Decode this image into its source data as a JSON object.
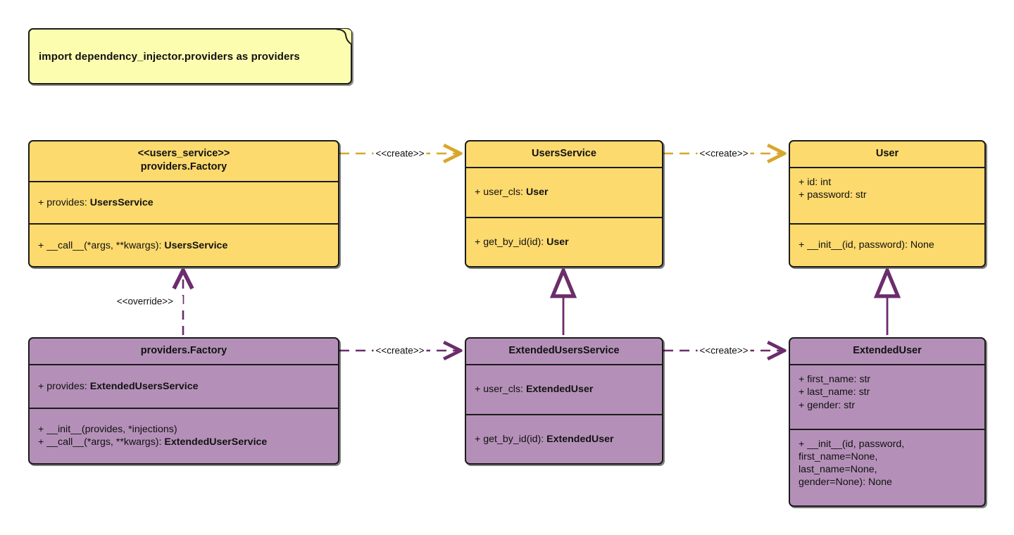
{
  "diagram": {
    "title": "Dependency Injector providers UML class diagram",
    "colors": {
      "yellow_fill": "#fcda6e",
      "purple_fill": "#b490b8",
      "note_fill": "#fdfdb0",
      "outline": "#1b1b1b",
      "yellow_link": "#d8a72a",
      "purple_link": "#6b2d6b"
    }
  },
  "note": {
    "text": "import dependency_injector.providers as providers"
  },
  "classes": {
    "users_service_factory": {
      "stereotype": "<<users_service>>",
      "name": "providers.Factory",
      "attributes": [
        {
          "prefix": "+ provides: ",
          "strong": "UsersService"
        }
      ],
      "methods": [
        {
          "prefix": "+ __call__(*args, **kwargs): ",
          "strong": "UsersService"
        }
      ]
    },
    "users_service": {
      "stereotype": "",
      "name": "UsersService",
      "attributes": [
        {
          "prefix": "+ user_cls: ",
          "strong": "User"
        }
      ],
      "methods": [
        {
          "prefix": "+ get_by_id(id): ",
          "strong": "User"
        }
      ]
    },
    "user": {
      "stereotype": "",
      "name": "User",
      "attributes": [
        {
          "prefix": "+ id: int",
          "strong": ""
        },
        {
          "prefix": "+ password: str",
          "strong": ""
        }
      ],
      "methods": [
        {
          "prefix": "+ __init__(id, password): None",
          "strong": ""
        }
      ]
    },
    "extended_factory": {
      "stereotype": "",
      "name": "providers.Factory",
      "attributes": [
        {
          "prefix": "+ provides: ",
          "strong": "ExtendedUsersService"
        }
      ],
      "methods": [
        {
          "prefix": "+ __init__(provides, *injections)",
          "strong": ""
        },
        {
          "prefix": "+ __call__(*args, **kwargs): ",
          "strong": "ExtendedUserService"
        }
      ]
    },
    "extended_users_service": {
      "stereotype": "",
      "name": "ExtendedUsersService",
      "attributes": [
        {
          "prefix": "+ user_cls: ",
          "strong": "ExtendedUser"
        }
      ],
      "methods": [
        {
          "prefix": "+ get_by_id(id): ",
          "strong": "ExtendedUser"
        }
      ]
    },
    "extended_user": {
      "stereotype": "",
      "name": "ExtendedUser",
      "attributes": [
        {
          "prefix": "+ first_name: str",
          "strong": ""
        },
        {
          "prefix": "+ last_name: str",
          "strong": ""
        },
        {
          "prefix": "+ gender: str",
          "strong": ""
        }
      ],
      "methods": [
        {
          "prefix": "+ __init__(id, password,\nfirst_name=None,\nlast_name=None,\ngender=None): None",
          "strong": ""
        }
      ]
    }
  },
  "links": {
    "create_top_left": {
      "label": "<<create>>",
      "kind": "dependency",
      "color": "#d8a72a"
    },
    "create_top_right": {
      "label": "<<create>>",
      "kind": "dependency",
      "color": "#d8a72a"
    },
    "create_bottom_left": {
      "label": "<<create>>",
      "kind": "dependency",
      "color": "#6b2d6b"
    },
    "create_bottom_right": {
      "label": "<<create>>",
      "kind": "dependency",
      "color": "#6b2d6b"
    },
    "override": {
      "label": "<<override>>",
      "kind": "dependency",
      "color": "#6b2d6b"
    },
    "generalization_service": {
      "label": "",
      "kind": "generalization",
      "color": "#6b2d6b"
    },
    "generalization_user": {
      "label": "",
      "kind": "generalization",
      "color": "#6b2d6b"
    }
  }
}
